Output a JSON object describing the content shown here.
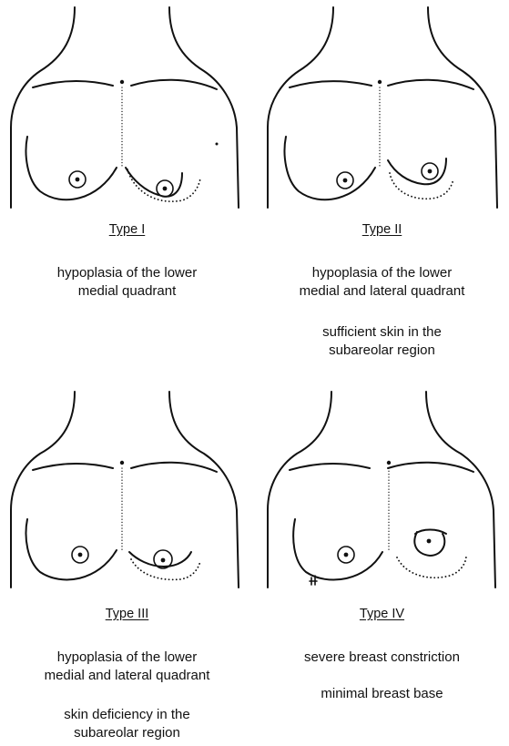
{
  "panels": [
    {
      "type_label": "Type I",
      "captions": [
        "hypoplasia of the lower\nmedial quadrant"
      ]
    },
    {
      "type_label": "Type II",
      "captions": [
        "hypoplasia of the lower\nmedial and lateral quadrant",
        "sufficient skin in the\nsubareolar region"
      ]
    },
    {
      "type_label": "Type III",
      "captions": [
        "hypoplasia of the lower\nmedial and lateral quadrant",
        "skin deficiency in the\nsubareolar region"
      ]
    },
    {
      "type_label": "Type IV",
      "captions": [
        "severe breast constriction",
        "minimal breast base"
      ]
    }
  ]
}
